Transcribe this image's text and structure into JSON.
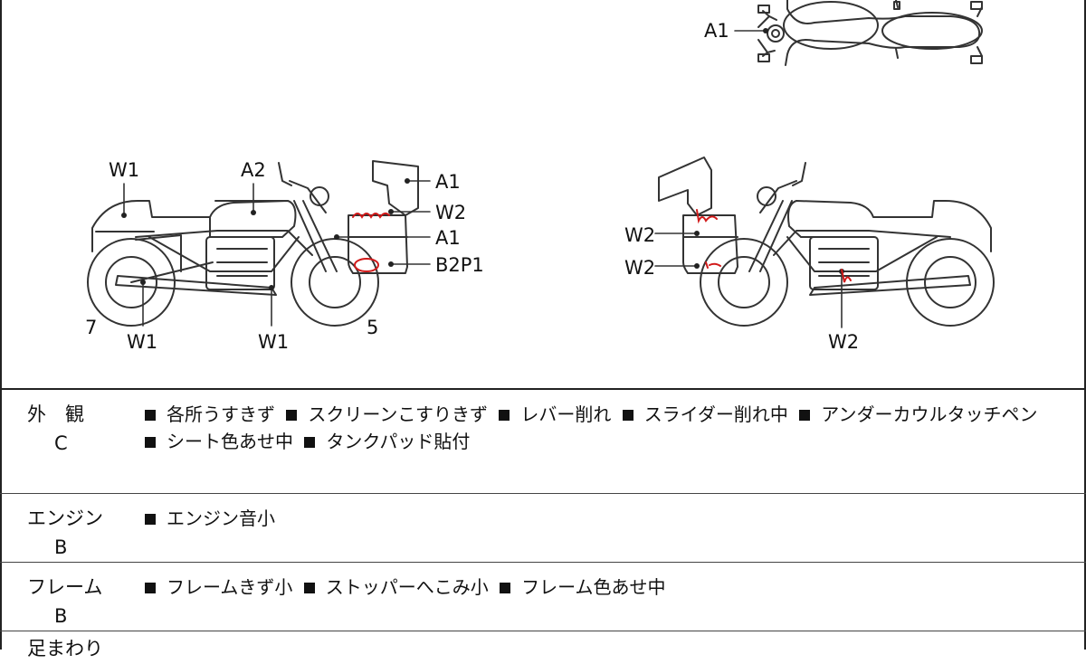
{
  "diagram": {
    "top_label": "A1",
    "left_labels": {
      "seat": "W1",
      "tank": "A2",
      "screen_top": "A1",
      "screen_mid": "W2",
      "cowl_mid": "A1",
      "cowl_low": "B2P1",
      "rear_num": "7",
      "front_num": "5",
      "muffler": "W1",
      "exhaust": "W1"
    },
    "right_labels": {
      "cowl_upper": "W2",
      "cowl_lower": "W2",
      "engine": "W2"
    }
  },
  "conditions": [
    {
      "category": "外　観",
      "grade": "C",
      "lines": [
        [
          "各所うすきず",
          "スクリーンこすりきず",
          "レバー削れ",
          "スライダー削れ中",
          "アンダーカウルタッチペン"
        ],
        [
          "シート色あせ中",
          "タンクパッド貼付"
        ]
      ]
    },
    {
      "category": "エンジン",
      "grade": "B",
      "lines": [
        [
          "エンジン音小"
        ]
      ]
    },
    {
      "category": "フレーム",
      "grade": "B",
      "lines": [
        [
          "フレームきず小",
          "ストッパーへこみ小",
          "フレーム色あせ中"
        ]
      ]
    },
    {
      "category": "足まわり",
      "grade": "",
      "lines": []
    }
  ],
  "colors": {
    "line": "#222222",
    "damage_mark": "#d11a1a"
  }
}
